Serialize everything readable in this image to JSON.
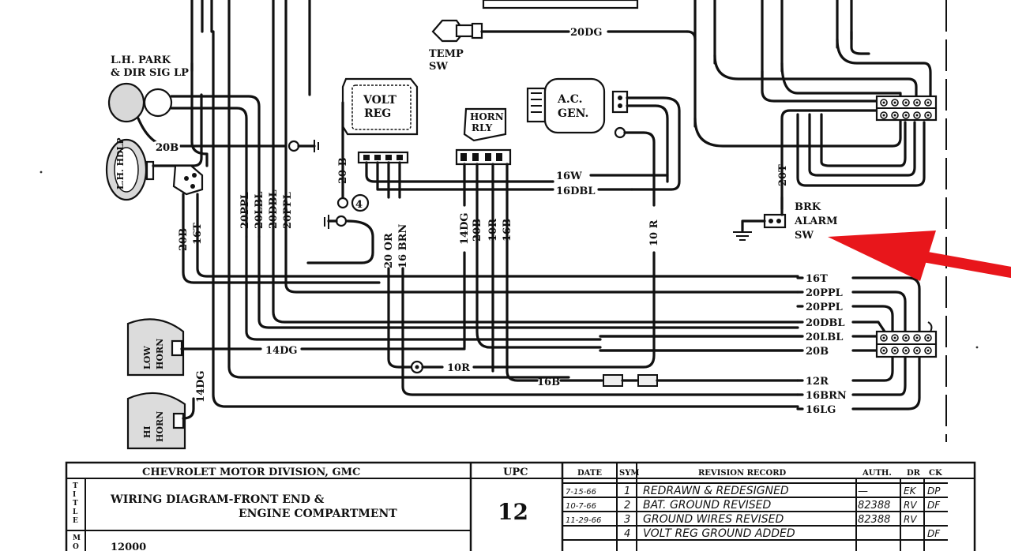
{
  "components": {
    "lh_park_title_1": "L.H. PARK",
    "lh_park_title_2": "& DIR SIG LP",
    "lh_headlamp": "L.H. HDLP",
    "volt_reg_1": "VOLT",
    "volt_reg_2": "REG",
    "horn_relay_1": "HORN",
    "horn_relay_2": "RLY",
    "ac_gen_1": "A.C.",
    "ac_gen_2": "GEN.",
    "temp_sw_1": "TEMP",
    "temp_sw_2": "SW",
    "brk_alarm_1": "BRK",
    "brk_alarm_2": "ALARM",
    "brk_alarm_3": "SW",
    "low_horn_1": "LOW",
    "low_horn_2": "HORN",
    "hi_horn_1": "HI",
    "hi_horn_2": "HORN",
    "callout_number": "4"
  },
  "wire_labels": {
    "temp_20dg": "20DG",
    "park_20b": "20B",
    "vreg_20b": "20 B",
    "vert_20ppl_a": "20PPL",
    "vert_20lbl": "20LBL",
    "vert_20dbl": "20DBL",
    "vert_20ppl_b": "20PPL",
    "vert_20b_left": "20B",
    "vert_16t_left": "16T",
    "vert_20or": "20 OR",
    "vert_16brn": "16 BRN",
    "vert_14dg": "14DG",
    "vert_20b_mid": "20B",
    "vert_10r_mid": "10R",
    "vert_16b": "16B",
    "vert_10r_right": "10 R",
    "vert_20t": "20T",
    "h_16w": "16W",
    "h_16dbl": "16DBL",
    "h_14dg": "14DG",
    "h_10r": "10R",
    "h_16b": "16B",
    "harness": [
      "16T",
      "20PPL",
      "20PPL",
      "20DBL",
      "20LBL",
      "20B",
      "12R",
      "16BRN",
      "16LG"
    ]
  },
  "title_block": {
    "division": "CHEVROLET MOTOR DIVISION, GMC",
    "upc_header": "UPC",
    "title_side": [
      "T",
      "I",
      "T",
      "L",
      "E"
    ],
    "title_line1": "WIRING DIAGRAM-FRONT END &",
    "title_line2": "ENGINE COMPARTMENT",
    "upc_value": "12",
    "model_side": [
      "M",
      "O"
    ],
    "model_value": "12000",
    "col_date": "DATE",
    "col_sym": "SYM",
    "col_revision": "REVISION RECORD",
    "col_auth": "AUTH.",
    "col_dr": "DR",
    "col_ck": "CK",
    "revisions": [
      {
        "date": "7-15-66",
        "sym": "1",
        "text": "REDRAWN & REDESIGNED",
        "auth": "—",
        "dr": "EK",
        "ck": "DP"
      },
      {
        "date": "10-7-66",
        "sym": "2",
        "text": "BAT. GROUND REVISED",
        "auth": "82388",
        "dr": "RV",
        "ck": "DF"
      },
      {
        "date": "11-29-66",
        "sym": "3",
        "text": "GROUND WIRES REVISED",
        "auth": "82388",
        "dr": "RV",
        "ck": ""
      },
      {
        "date": "",
        "sym": "4",
        "text": "VOLT REG GROUND ADDED",
        "auth": "",
        "dr": "",
        "ck": "DF"
      }
    ]
  },
  "annotation": {
    "arrow_color": "#e8161b"
  }
}
